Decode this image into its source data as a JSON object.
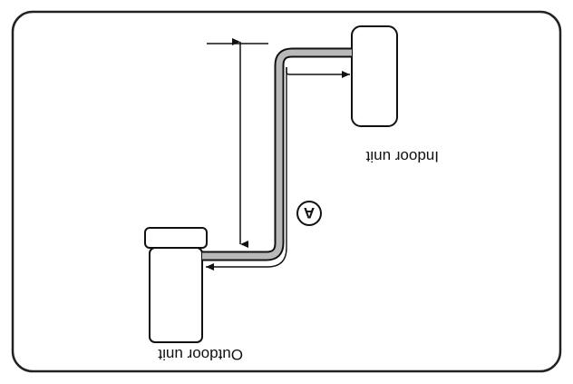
{
  "diagram": {
    "orientation": "rotated-180",
    "labels": {
      "indoor_unit": "Indoor unit",
      "outdoor_unit": "Outdoor unit",
      "marker": "A"
    },
    "colors": {
      "frame_stroke": "#222222",
      "pipe_fill": "#b9b9b9",
      "line": "#111111"
    }
  }
}
